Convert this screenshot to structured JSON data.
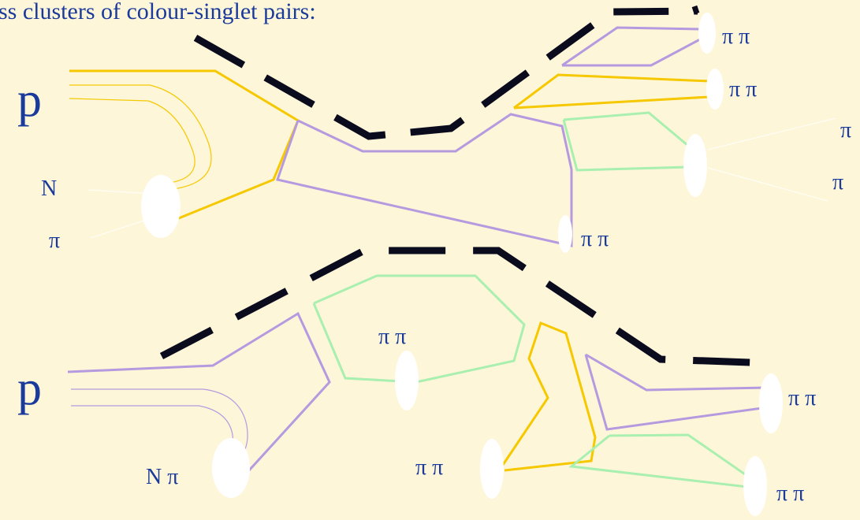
{
  "caption": "ss clusters of colour-singlet pairs:",
  "colors": {
    "background": "#fef6d8",
    "text": "#1a3a9c",
    "yellow_string": "#f5c800",
    "purple_string": "#b59ae0",
    "green_string": "#a8efb0",
    "dashed_line": "#0b0b1e",
    "cluster": "#ffffff"
  },
  "top_diagram": {
    "proton_label": "p",
    "labels": {
      "nucleon": "N",
      "pion_left": "π",
      "pair_1": "π π",
      "pair_2": "π π",
      "pion_right_top": "π",
      "pion_right_bottom": "π",
      "pair_bottom": "π π"
    }
  },
  "bottom_diagram": {
    "proton_label": "p",
    "labels": {
      "nucleon_pion": "N π",
      "pair_center": "π π",
      "pair_lower": "π π",
      "pair_right_top": "π π",
      "pair_right_bottom": "π π"
    }
  }
}
